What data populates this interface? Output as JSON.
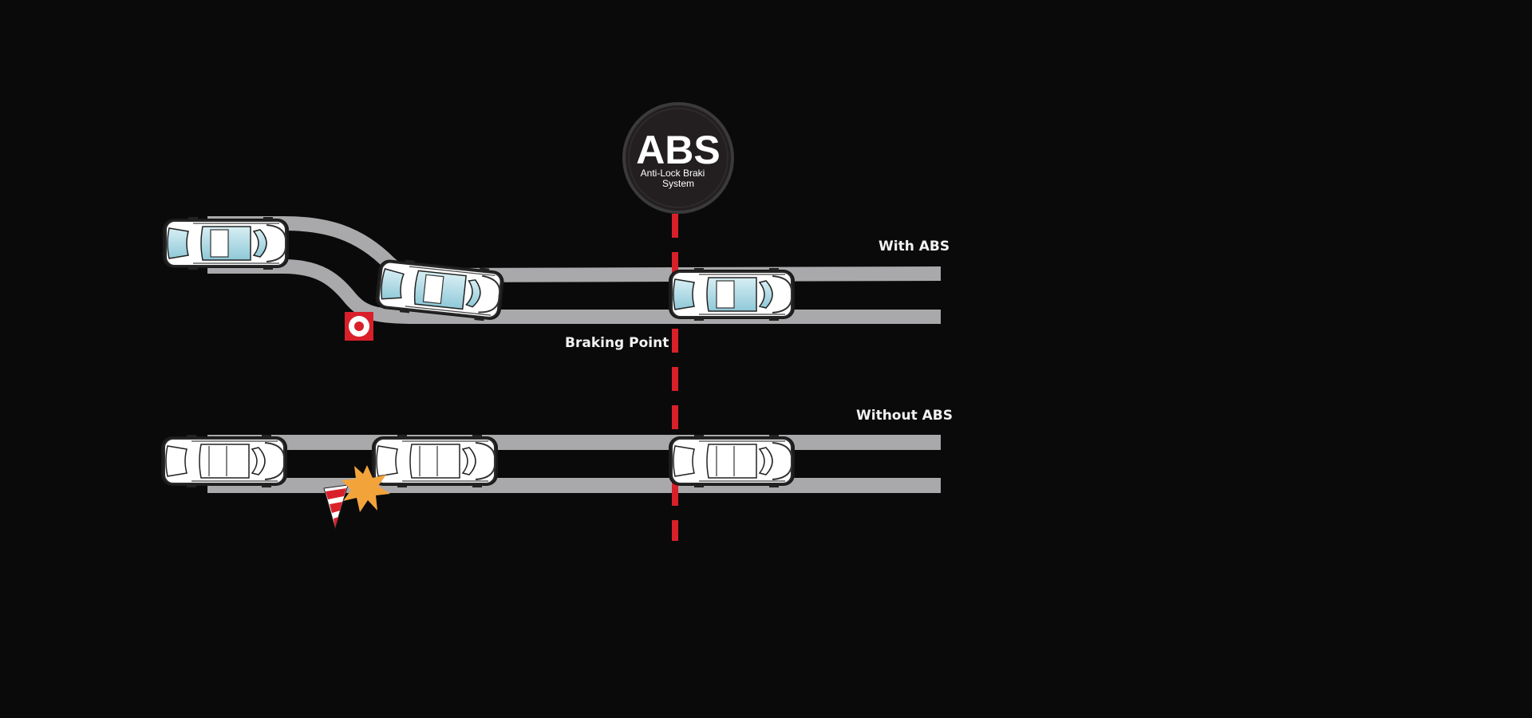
{
  "badge": {
    "title": "ABS",
    "line1": "Anti-Lock Braki",
    "line2": "System"
  },
  "labels": {
    "with_abs": "With ABS",
    "without_abs": "Without ABS",
    "braking_point": "Braking Point"
  },
  "colors": {
    "background": "#0a0a0a",
    "track": "#a9a9ab",
    "brake_line": "#d9202a",
    "car_glass": "#a8d8e3",
    "car_body": "#ffffff",
    "burst": "#f2a43b",
    "badge_fill": "#231f20"
  },
  "icons": {
    "obstacle_with": "target-sign-icon",
    "obstacle_without": "traffic-cone-icon",
    "impact": "impact-burst-icon"
  }
}
